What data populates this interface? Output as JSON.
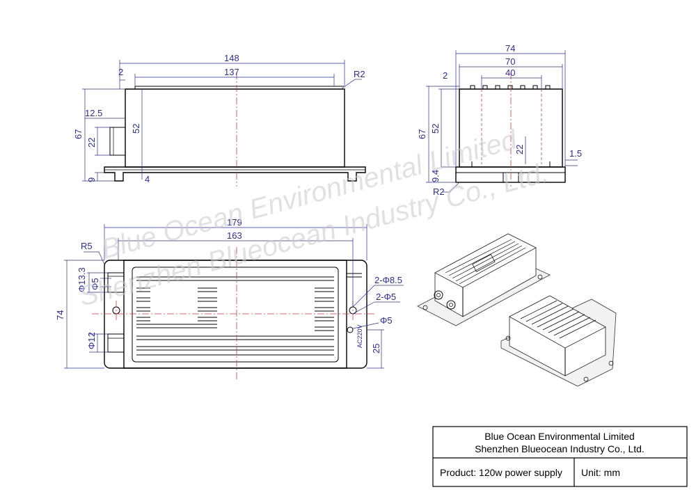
{
  "views": {
    "side": {
      "dims": {
        "overall_length": "148",
        "top_length": "137",
        "offset_top": "2",
        "corner_radius": "R2",
        "connector": "12.5",
        "height_total": "67",
        "height_body": "52",
        "connector_height": "22",
        "base": "9",
        "flange": "4"
      }
    },
    "end": {
      "dims": {
        "overall_width": "74",
        "inner_width": "70",
        "hole_spacing": "40",
        "offset_top": "2",
        "height_total": "67",
        "height_body": "52",
        "hole_height": "22",
        "lip": "1.5",
        "base": "9.4",
        "corner_radius": "R2"
      }
    },
    "top": {
      "dims": {
        "overall_length": "179",
        "body_length": "163",
        "corner_radius": "R5",
        "width": "74",
        "conn_dia_1": "Φ13.3",
        "conn_dia_2": "Φ5",
        "conn_dia_3": "Φ12",
        "mount_holes": "2-Φ8.5",
        "mount_holes_2": "2-Φ5",
        "hole": "Φ5",
        "edge": "25",
        "label": "AC220V"
      }
    }
  },
  "watermark": {
    "line1": "Blue Ocean Environmental Limited",
    "line2": "Shenzhen Blueocean Industry Co., Ltd."
  },
  "title_block": {
    "company_en": "Blue Ocean Environmental Limited",
    "company_cn": "Shenzhen Blueocean Industry Co., Ltd.",
    "product": "Product: 120w power supply",
    "unit": "Unit: mm"
  }
}
